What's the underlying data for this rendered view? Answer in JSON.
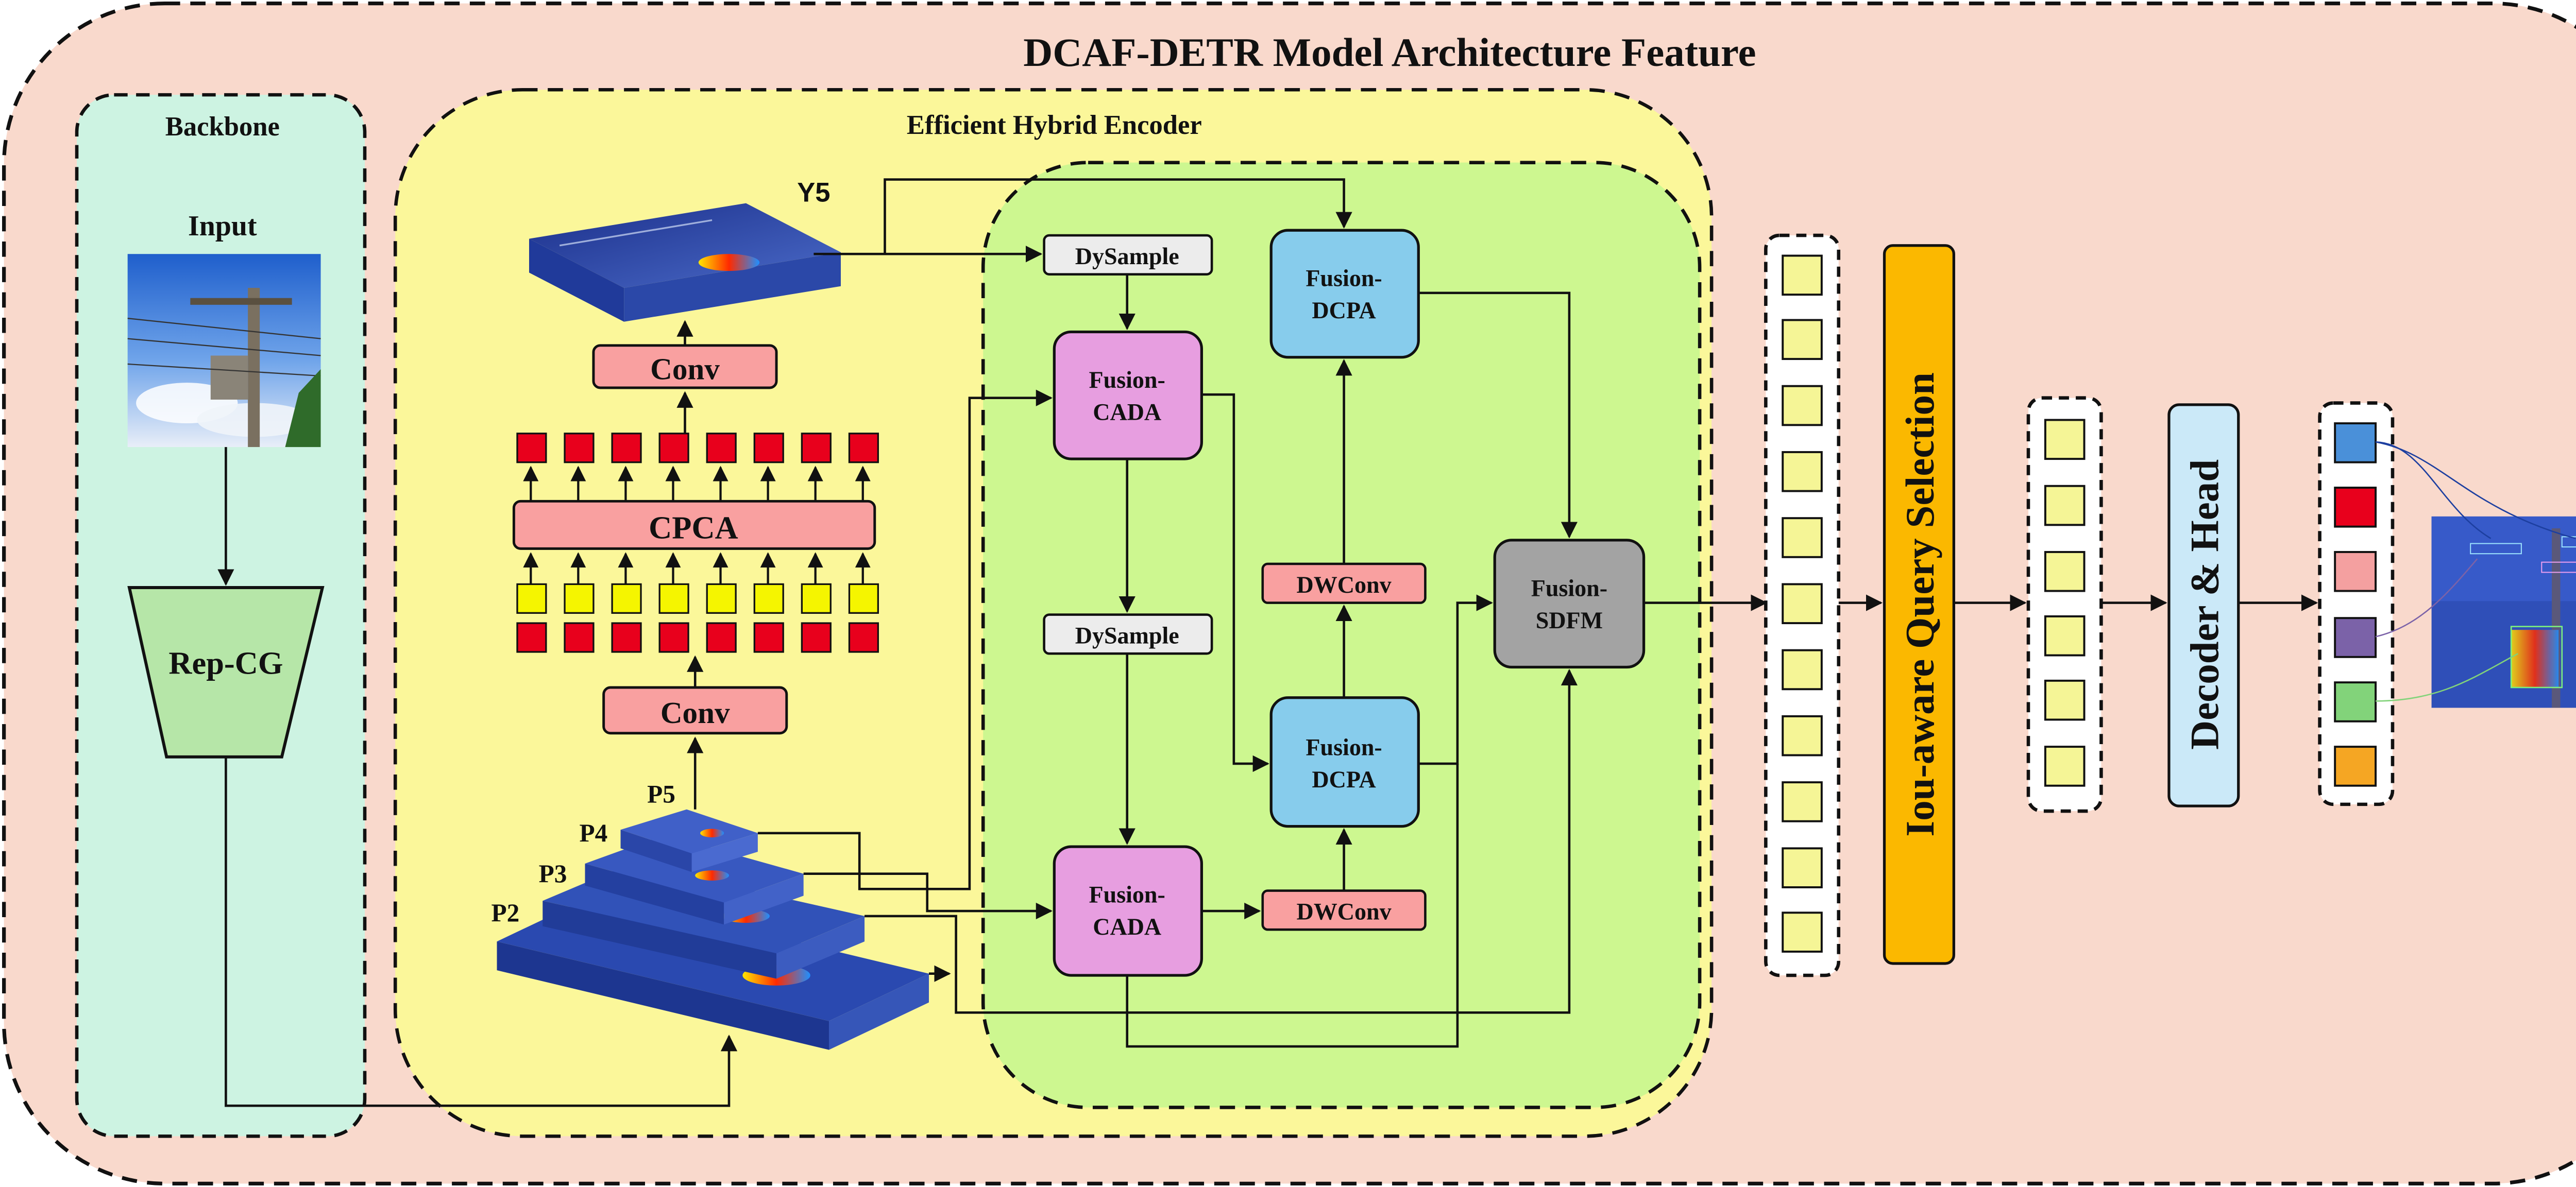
{
  "title": "DCAF-DETR Model Architecture Feature",
  "backbone": {
    "label": "Backbone",
    "input_label": "Input",
    "block_label": "Rep-CG"
  },
  "encoder": {
    "label": "Efficient Hybrid Encoder",
    "y5_label": "Y5",
    "conv_top_label": "Conv",
    "cpca_label": "CPCA",
    "conv_bottom_label": "Conv",
    "pyramid_labels": [
      "P5",
      "P4",
      "P3",
      "P2"
    ],
    "dysample_top_label": "DySample",
    "dysample_mid_label": "DySample",
    "fusion_dcpa_top_label": [
      "Fusion-",
      "DCPA"
    ],
    "fusion_cada_top_label": [
      "Fusion-",
      "CADA"
    ],
    "dwconv_top_label": "DWConv",
    "fusion_sdfm_label": [
      "Fusion-",
      "SDFM"
    ],
    "fusion_dcpa_mid_label": [
      "Fusion-",
      "DCPA"
    ],
    "fusion_cada_bottom_label": [
      "Fusion-",
      "CADA"
    ],
    "dwconv_bottom_label": "DWConv"
  },
  "query_selection_label": "Iou-aware Query Selection",
  "decoder_label": "Decoder & Head",
  "output_colors": [
    "#4a90d9",
    "#e8001c",
    "#f4a0a0",
    "#7b62a8",
    "#82d37a",
    "#f5a623"
  ],
  "colors": {
    "outer_bg": "#f9d9cc",
    "backbone_bg": "#cdf3e2",
    "encoder_bg": "#fbf79a",
    "fusion_bg": "#cdf790",
    "pink_block": "#f9a0a0",
    "purple_block": "#e79ee0",
    "blue_block": "#87ccec",
    "gray_block": "#a3a3a3",
    "query_orange": "#fbb800",
    "decoder_blue": "#cbe9f8",
    "rep_green": "#b6e6a8"
  }
}
